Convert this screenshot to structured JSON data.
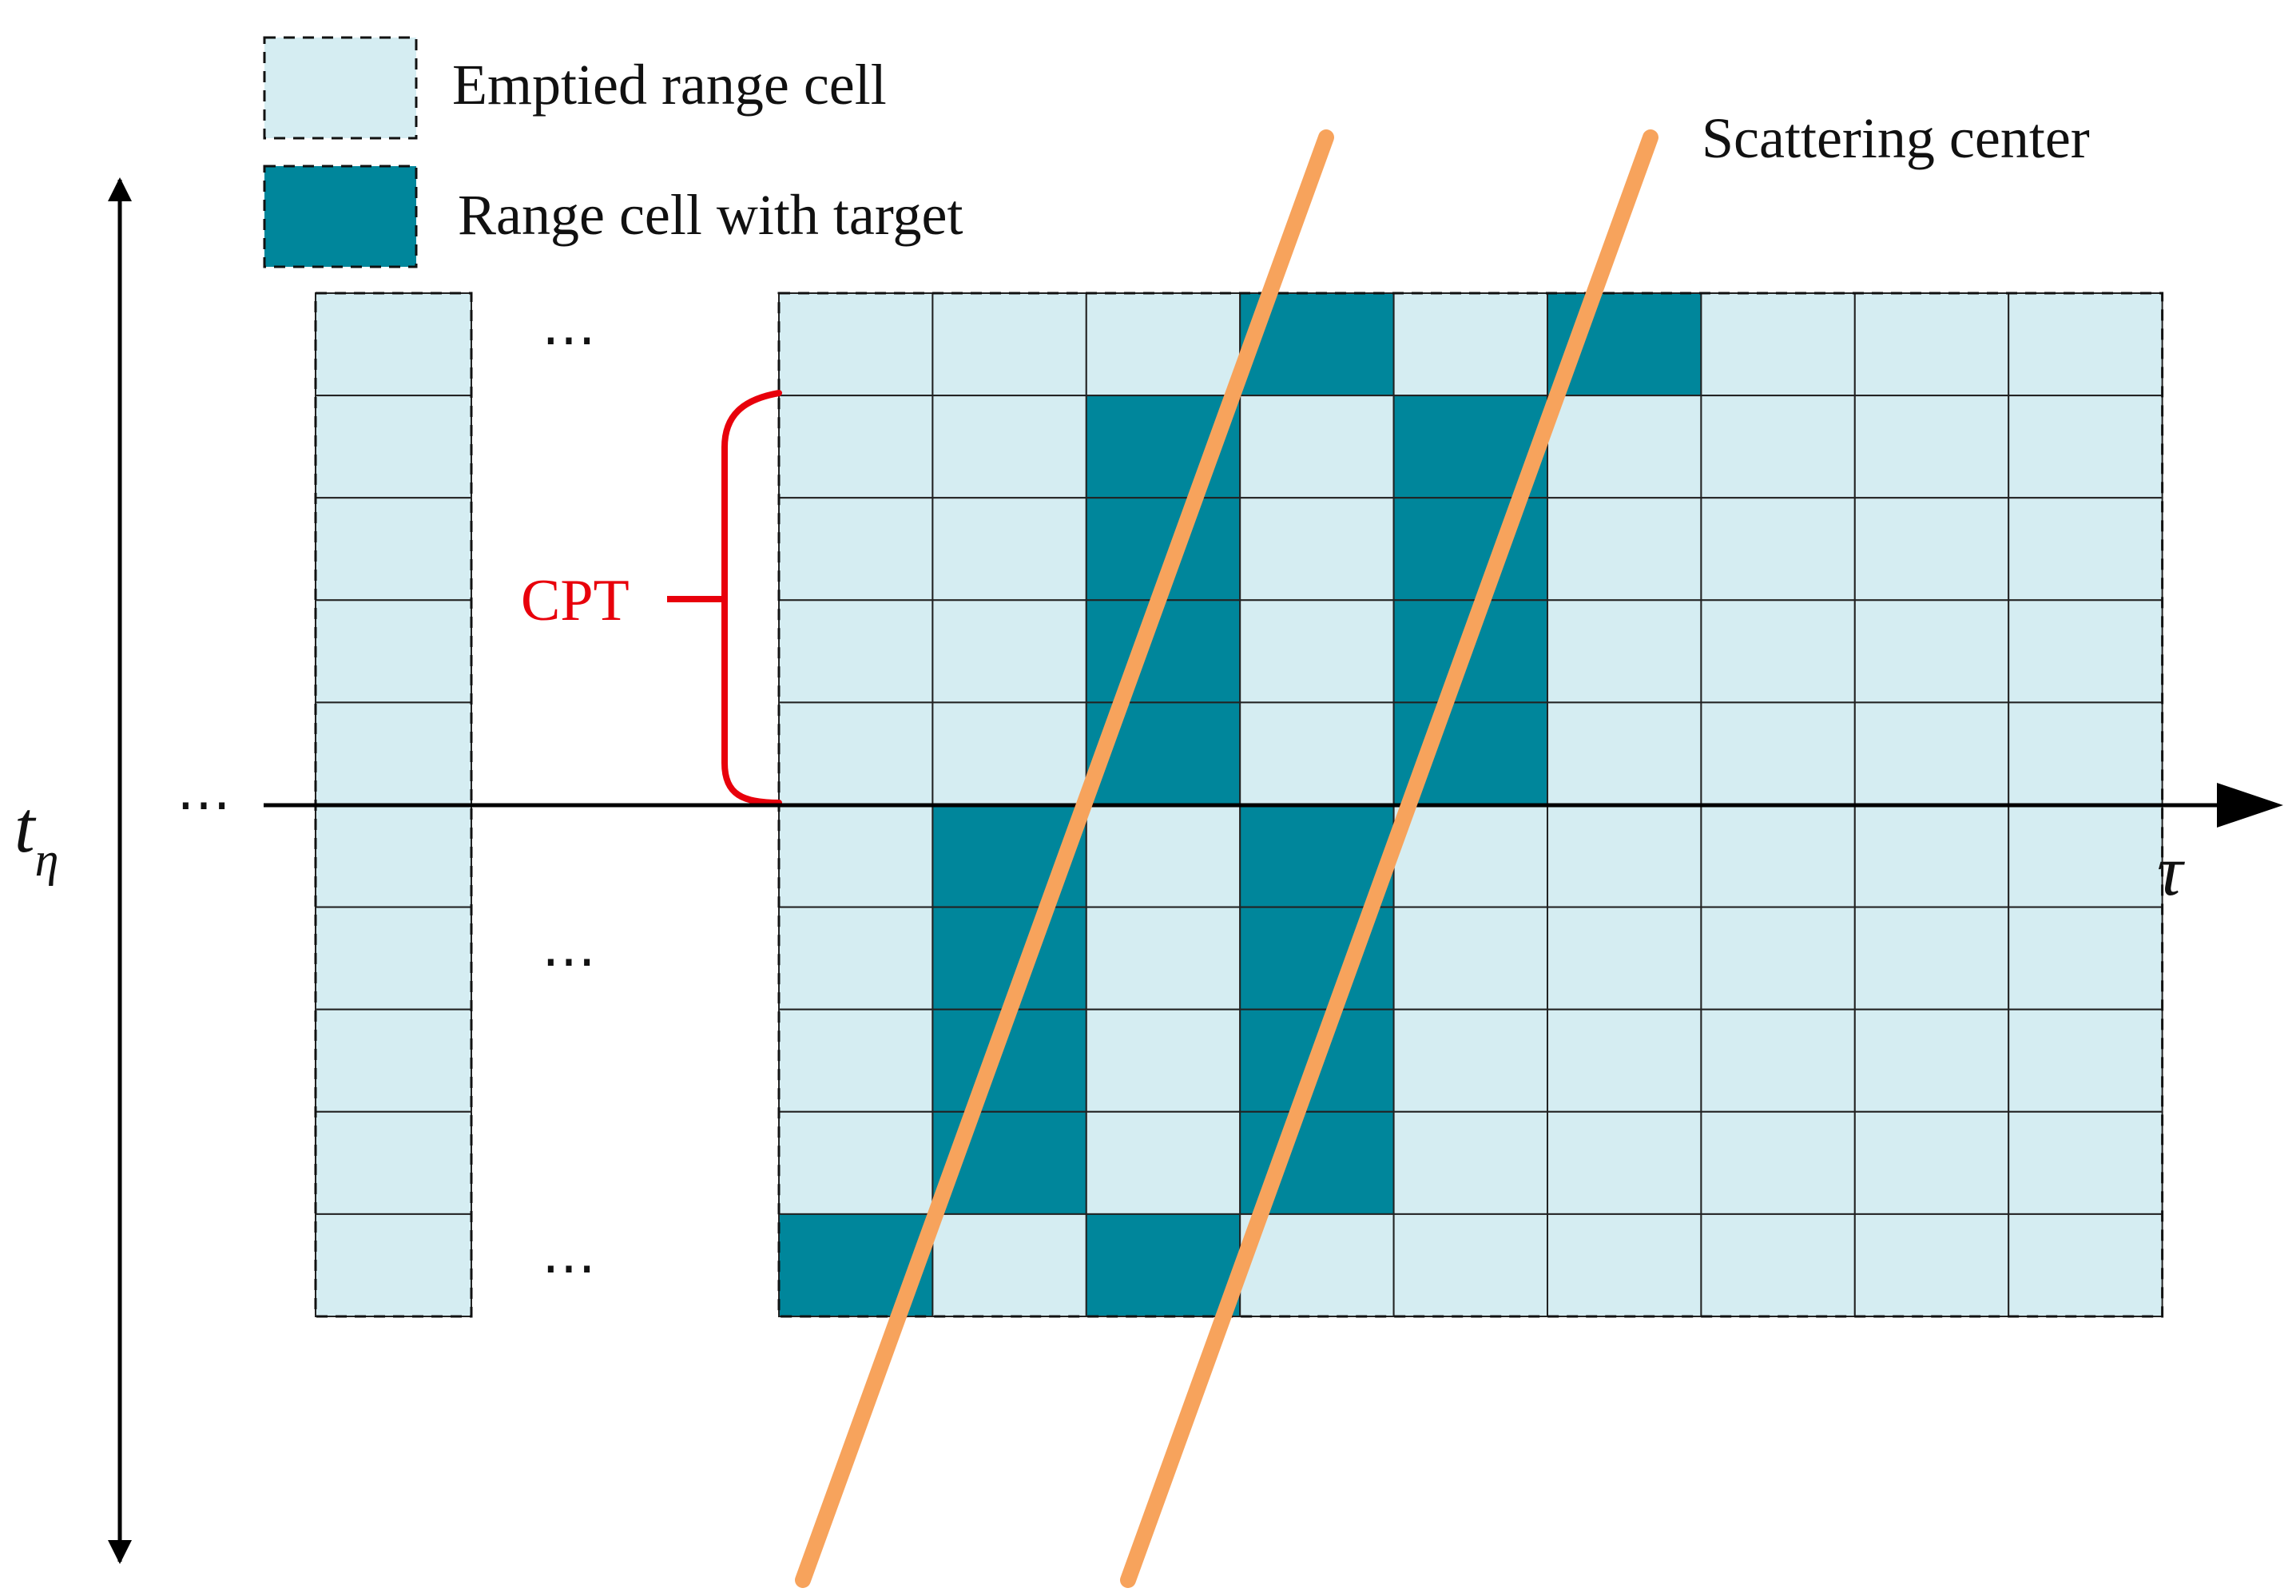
{
  "legend": {
    "empty_label": "Emptied range cell",
    "target_label": "Range cell with target"
  },
  "labels": {
    "scattering_center": "Scattering center",
    "cpt": "CPT",
    "vertical_axis": "t",
    "vertical_axis_subscript": "η",
    "horizontal_axis": "τ",
    "ellipsis": "⋯"
  },
  "colors": {
    "empty_cell": "#d5edf2",
    "target_cell": "#00869b",
    "scatter_line": "#f7a35c",
    "cpt_bracket": "#e8000b",
    "axis": "#000000"
  },
  "grid": {
    "rows": 10,
    "cols": 9,
    "target_cells": [
      [
        0,
        3
      ],
      [
        0,
        5
      ],
      [
        1,
        2
      ],
      [
        1,
        4
      ],
      [
        2,
        2
      ],
      [
        2,
        4
      ],
      [
        3,
        2
      ],
      [
        3,
        4
      ],
      [
        4,
        2
      ],
      [
        4,
        4
      ],
      [
        5,
        1
      ],
      [
        5,
        3
      ],
      [
        6,
        1
      ],
      [
        6,
        3
      ],
      [
        7,
        1
      ],
      [
        7,
        3
      ],
      [
        8,
        1
      ],
      [
        8,
        3
      ],
      [
        9,
        0
      ],
      [
        9,
        2
      ]
    ]
  },
  "left_column": {
    "rows": 10
  }
}
